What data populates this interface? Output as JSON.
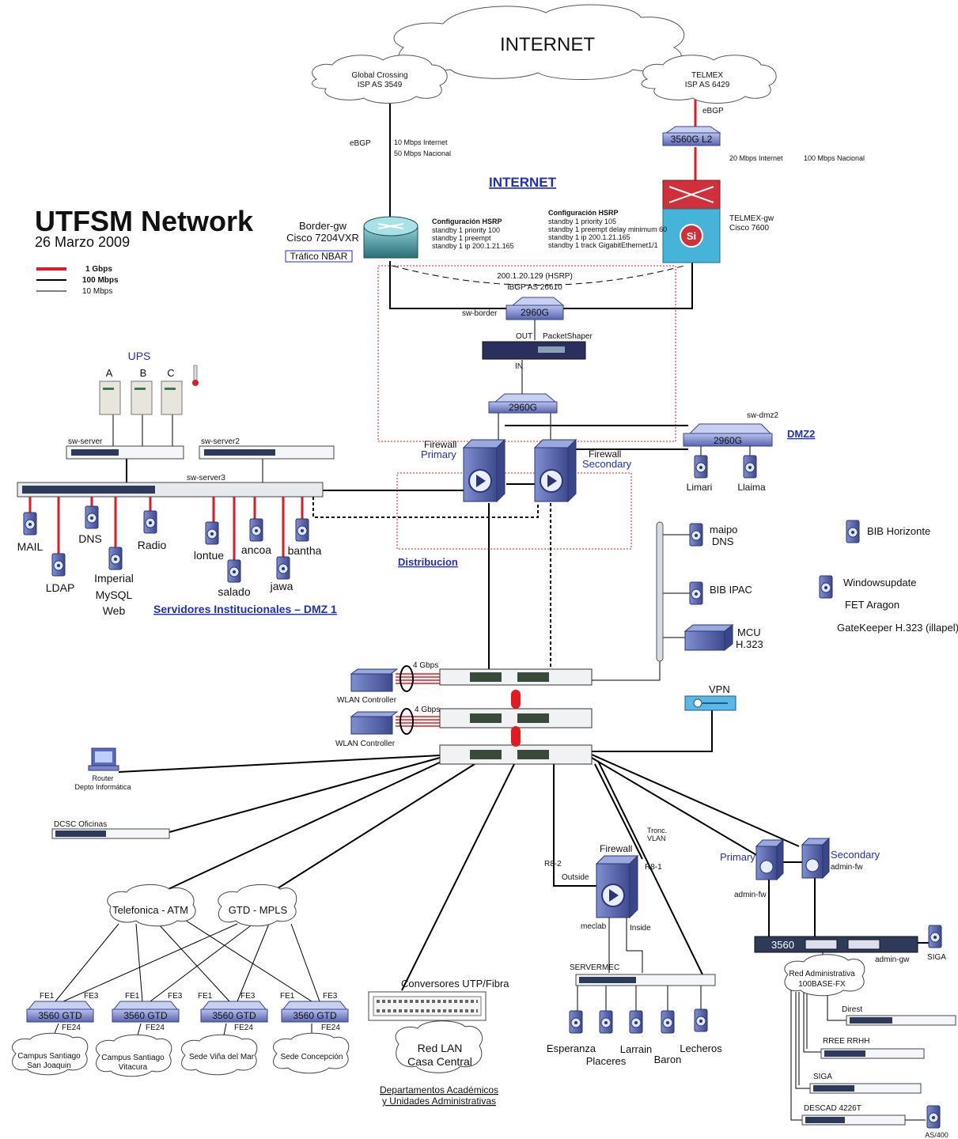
{
  "title": {
    "main": "UTFSM Network",
    "date": "26 Marzo 2009"
  },
  "legend": [
    {
      "label": "1 Gbps",
      "color": "#e01b24"
    },
    {
      "label": "100 Mbps",
      "color": "#000000"
    },
    {
      "label": "10 Mbps",
      "color": "#000000"
    }
  ],
  "clouds": {
    "internet": "INTERNET",
    "global_crossing": [
      "Global Crossing",
      "ISP AS 3549"
    ],
    "telmex": [
      "TELMEX",
      "ISP AS 6429"
    ],
    "telefonica": "Telefonica - ATM",
    "gtd": "GTD - MPLS",
    "campus_sj": [
      "Campus Santiago",
      "San Joaquin"
    ],
    "campus_vit": [
      "Campus Santiago",
      "Vitacura"
    ],
    "vina": "Sede Viña del Mar",
    "concepcion": "Sede Concepción",
    "red_lan": [
      "Red LAN",
      "Casa Central"
    ],
    "red_admin": [
      "Red Administrativa",
      "100BASE-FX"
    ]
  },
  "links": {
    "ebgp_left": "eBGP",
    "gc_bw": [
      "10 Mbps Internet",
      "50 Mbps Nacional"
    ],
    "ebgp_right": "eBGP",
    "telmex_bw1": "20 Mbps Internet",
    "telmex_bw2": "100 Mbps Nacional",
    "hsrp_ip": "200.1.20.129 (HSRP)",
    "ibgp": "iBGP AS 26610",
    "4gbps_1": "4 Gbps",
    "4gbps_2": "4 Gbps",
    "tronc": [
      "Tronc.",
      "VLAN"
    ],
    "r82": "R8-2",
    "r81": "R8-1",
    "outside": "Outside",
    "inside": "Inside",
    "meclab": "meclab"
  },
  "sections": {
    "internet": "INTERNET",
    "dmz2": "DMZ2",
    "distribucion": "Distribucion",
    "servidores": "Servidores Institucionales – DMZ 1",
    "ups": "UPS",
    "conversores": "Conversores UTP/Fibra",
    "departamentos": [
      "Departamentos Académicos",
      "y Unidades Administrativas"
    ]
  },
  "routers": {
    "border_gw": [
      "Border-gw",
      "Cisco 7204VXR"
    ],
    "nbar": "Tráfico NBAR",
    "telmex_gw": [
      "TELMEX-gw",
      "Cisco 7600"
    ],
    "hsrp_left": {
      "title": "Configuración HSRP",
      "lines": [
        "standby 1 priority 100",
        "standby 1 preempt",
        "standby 1 ip 200.1.21.165"
      ]
    },
    "hsrp_right": {
      "title": "Configuración HSRP",
      "lines": [
        "standby 1 priority 105",
        "standby 1 preempt delay minimum 60",
        "standby 1 ip 200.1.21.165",
        "standby 1 track GigabitEthernet1/1"
      ]
    }
  },
  "switches": {
    "l2_3560": "3560G L2",
    "sw_border": "sw-border",
    "s2960_top": "2960G",
    "s2960_mid": "2960G",
    "s2960_dmz2": "2960G",
    "sw_dmz2": "sw-dmz2",
    "sw_server": "sw-server",
    "sw_server2": "sw-server2",
    "sw_server3": "sw-server3",
    "s3560_admin": "3560",
    "admin_gw": "admin-gw",
    "servermec": "SERVERMEC",
    "dcsc": "DCSC Oficinas",
    "gtd_switch": "3560 GTD",
    "fe1": "FE1",
    "fe3": "FE3",
    "fe24": "FE24",
    "direst": "Direst",
    "rree": "RREE RRHH",
    "siga_sw": "SIGA",
    "descad": "DESCAD 4226T"
  },
  "devices": {
    "packetshaper": "PacketShaper",
    "ps_out": "OUT",
    "ps_in": "IN",
    "fw_primary": [
      "Firewall",
      "Primary"
    ],
    "fw_secondary": [
      "Firewall",
      "Secondary"
    ],
    "wlan1": "WLAN Controller",
    "wlan2": "WLAN Controller",
    "vpn": "VPN",
    "router_depto": [
      "Router",
      "Depto Informática"
    ],
    "fw_mec": "Firewall",
    "admin_primary": "Primary",
    "admin_secondary": "Secondary",
    "admin_fw_left": "admin-fw",
    "admin_fw_right": "admin-fw",
    "ups_units": [
      "A",
      "B",
      "C"
    ]
  },
  "servers": {
    "mail": "MAIL",
    "ldap": "LDAP",
    "dns": "DNS",
    "imperial": [
      "Imperial",
      "MySQL",
      "Web"
    ],
    "radio": "Radio",
    "lontue": "lontue",
    "salado": "salado",
    "ancoa": "ancoa",
    "jawa": "jawa",
    "bantha": "bantha",
    "limari": "Limari",
    "llaima": "Llaima",
    "maipo": [
      "maipo",
      "DNS"
    ],
    "bib_ipac": "BIB IPAC",
    "mcu": [
      "MCU",
      "H.323"
    ],
    "bib_horizonte": "BIB Horizonte",
    "windowsupdate": "Windowsupdate",
    "fet": "FET Aragon",
    "gatekeeper": "GateKeeper H.323 (illapel)",
    "esperanza": "Esperanza",
    "placeres": "Placeres",
    "larrain": "Larrain",
    "baron": "Baron",
    "lecheros": "Lecheros",
    "siga": "SIGA",
    "as400": "AS/400"
  }
}
